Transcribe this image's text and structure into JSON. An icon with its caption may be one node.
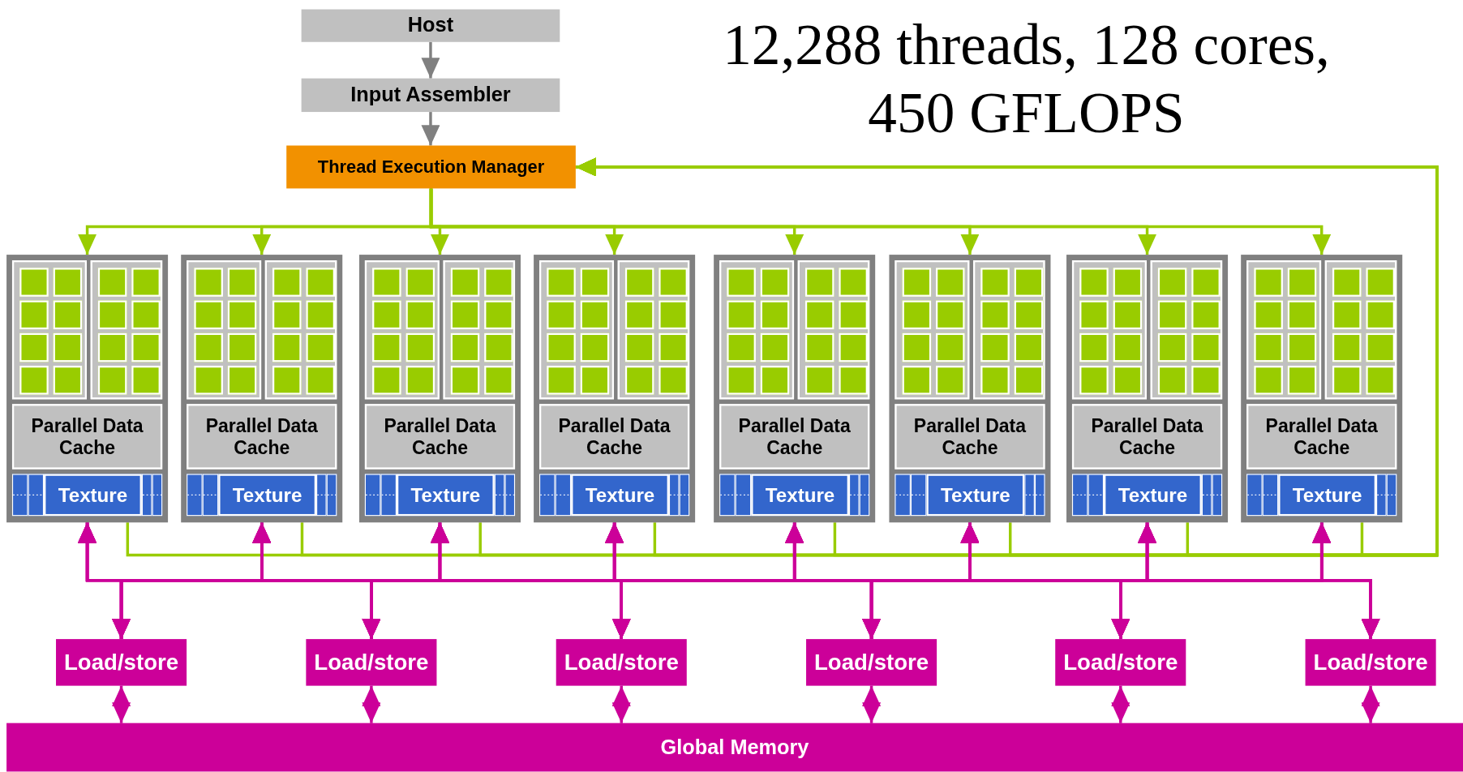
{
  "diagram": {
    "title": "12,288 threads, 128 cores, 450 GFLOPS",
    "nodes": [
      {
        "text": [
          "Host"
        ]
      },
      {
        "text": [
          "Input Assembler"
        ]
      },
      {
        "text": [
          "Thread Execution Manager"
        ]
      },
      {
        "text": [],
        "shape": "box"
      },
      {
        "text": [],
        "shape": "box",
        "in": 3
      },
      {
        "text": [],
        "shape": "box",
        "in": 4
      },
      {
        "text": [],
        "shape": "box",
        "in": 4
      },
      {
        "text": [],
        "shape": "box",
        "in": 4
      },
      {
        "text": [],
        "shape": "box",
        "in": 4
      },
      {
        "text": [],
        "shape": "box",
        "in": 4
      },
      {
        "text": [],
        "shape": "box",
        "in": 4
      },
      {
        "text": [],
        "shape": "box",
        "in": 4
      },
      {
        "text": [],
        "shape": "box",
        "in": 4
      },
      {
        "text": [],
        "shape": "box",
        "in": 3
      },
      {
        "text": [],
        "shape": "box",
        "in": 13
      },
      {
        "text": [],
        "shape": "box",
        "in": 13
      },
      {
        "text": [],
        "shape": "box",
        "in": 13
      },
      {
        "text": [],
        "shape": "box",
        "in": 13
      },
      {
        "text": [],
        "shape": "box",
        "in": 13
      },
      {
        "text": [],
        "shape": "box",
        "in": 13
      },
      {
        "text": [],
        "shape": "box",
        "in": 13
      },
      {
        "text": [],
        "shape": "box",
        "in": 13
      },
      {
        "text": [
          "Parallel Data Cache"
        ],
        "in": 3
      },
      {
        "text": [
          "Texture"
        ],
        "in": 3
      },
      {
        "text": [],
        "shape": "box"
      },
      {
        "text": [],
        "shape": "box",
        "in": 24
      },
      {
        "text": [],
        "shape": "box",
        "in": 25
      },
      {
        "text": [],
        "shape": "box",
        "in": 25
      },
      {
        "text": [],
        "shape": "box",
        "in": 25
      },
      {
        "text": [],
        "shape": "box",
        "in": 25
      },
      {
        "text": [],
        "shape": "box",
        "in": 25
      },
      {
        "text": [],
        "shape": "box",
        "in": 25
      },
      {
        "text": [],
        "shape": "box",
        "in": 25
      },
      {
        "text": [],
        "shape": "box",
        "in": 25
      },
      {
        "text": [],
        "shape": "box",
        "in": 24
      },
      {
        "text": [],
        "shape": "box",
        "in": 34
      },
      {
        "text": [],
        "shape": "box",
        "in": 34
      },
      {
        "text": [],
        "shape": "box",
        "in": 34
      },
      {
        "text": [],
        "shape": "box",
        "in": 34
      },
      {
        "text": [],
        "shape": "box",
        "in": 34
      },
      {
        "text": [],
        "shape": "box",
        "in": 34
      },
      {
        "text": [],
        "shape": "box",
        "in": 34
      },
      {
        "text": [],
        "shape": "box",
        "in": 34
      },
      {
        "text": [
          "Parallel Data Cache"
        ],
        "in": 24
      },
      {
        "text": [
          "Texture"
        ],
        "in": 24
      },
      {
        "text": [],
        "shape": "box"
      },
      {
        "text": [],
        "shape": "box",
        "in": 45
      },
      {
        "text": [],
        "shape": "box",
        "in": 46
      },
      {
        "text": [],
        "shape": "box",
        "in": 46
      },
      {
        "text": [],
        "shape": "box",
        "in": 46
      },
      {
        "text": [],
        "shape": "box",
        "in": 46
      },
      {
        "text": [],
        "shape": "box",
        "in": 46
      },
      {
        "text": [],
        "shape": "box",
        "in": 46
      },
      {
        "text": [],
        "shape": "box",
        "in": 46
      },
      {
        "text": [],
        "shape": "box",
        "in": 46
      },
      {
        "text": [],
        "shape": "box",
        "in": 45
      },
      {
        "text": [],
        "shape": "box",
        "in": 55
      },
      {
        "text": [],
        "shape": "box",
        "in": 55
      },
      {
        "text": [],
        "shape": "box",
        "in": 55
      },
      {
        "text": [],
        "shape": "box",
        "in": 55
      },
      {
        "text": [],
        "shape": "box",
        "in": 55
      },
      {
        "text": [],
        "shape": "box",
        "in": 55
      },
      {
        "text": [],
        "shape": "box",
        "in": 55
      },
      {
        "text": [],
        "shape": "box",
        "in": 55
      },
      {
        "text": [
          "Parallel Data Cache"
        ],
        "in": 45
      },
      {
        "text": [
          "Texture"
        ],
        "in": 45
      },
      {
        "text": [],
        "shape": "box"
      },
      {
        "text": [],
        "shape": "box",
        "in": 66
      },
      {
        "text": [],
        "shape": "box",
        "in": 67
      },
      {
        "text": [],
        "shape": "box",
        "in": 67
      },
      {
        "text": [],
        "shape": "box",
        "in": 67
      },
      {
        "text": [],
        "shape": "box",
        "in": 67
      },
      {
        "text": [],
        "shape": "box",
        "in": 67
      },
      {
        "text": [],
        "shape": "box",
        "in": 67
      },
      {
        "text": [],
        "shape": "box",
        "in": 67
      },
      {
        "text": [],
        "shape": "box",
        "in": 67
      },
      {
        "text": [],
        "shape": "box",
        "in": 66
      },
      {
        "text": [],
        "shape": "box",
        "in": 76
      },
      {
        "text": [],
        "shape": "box",
        "in": 76
      },
      {
        "text": [],
        "shape": "box",
        "in": 76
      },
      {
        "text": [],
        "shape": "box",
        "in": 76
      },
      {
        "text": [],
        "shape": "box",
        "in": 76
      },
      {
        "text": [],
        "shape": "box",
        "in": 76
      },
      {
        "text": [],
        "shape": "box",
        "in": 76
      },
      {
        "text": [],
        "shape": "box",
        "in": 76
      },
      {
        "text": [
          "Parallel Data Cache"
        ],
        "in": 66
      },
      {
        "text": [
          "Texture"
        ],
        "in": 66
      },
      {
        "text": [],
        "shape": "box"
      },
      {
        "text": [],
        "shape": "box",
        "in": 87
      },
      {
        "text": [],
        "shape": "box",
        "in": 88
      },
      {
        "text": [],
        "shape": "box",
        "in": 88
      },
      {
        "text": [],
        "shape": "box",
        "in": 88
      },
      {
        "text": [],
        "shape": "box",
        "in": 88
      },
      {
        "text": [],
        "shape": "box",
        "in": 88
      },
      {
        "text": [],
        "shape": "box",
        "in": 88
      },
      {
        "text": [],
        "shape": "box",
        "in": 88
      },
      {
        "text": [],
        "shape": "box",
        "in": 88
      },
      {
        "text": [],
        "shape": "box",
        "in": 87
      },
      {
        "text": [],
        "shape": "box",
        "in": 97
      },
      {
        "text": [],
        "shape": "box",
        "in": 97
      },
      {
        "text": [],
        "shape": "box",
        "in": 97
      },
      {
        "text": [],
        "shape": "box",
        "in": 97
      },
      {
        "text": [],
        "shape": "box",
        "in": 97
      },
      {
        "text": [],
        "shape": "box",
        "in": 97
      },
      {
        "text": [],
        "shape": "box",
        "in": 97
      },
      {
        "text": [],
        "shape": "box",
        "in": 97
      },
      {
        "text": [
          "Parallel Data Cache"
        ],
        "in": 87
      },
      {
        "text": [
          "Texture"
        ],
        "in": 87
      },
      {
        "text": [],
        "shape": "box"
      },
      {
        "text": [],
        "shape": "box",
        "in": 108
      },
      {
        "text": [],
        "shape": "box",
        "in": 109
      },
      {
        "text": [],
        "shape": "box",
        "in": 109
      },
      {
        "text": [],
        "shape": "box",
        "in": 109
      },
      {
        "text": [],
        "shape": "box",
        "in": 109
      },
      {
        "text": [],
        "shape": "box",
        "in": 109
      },
      {
        "text": [],
        "shape": "box",
        "in": 109
      },
      {
        "text": [],
        "shape": "box",
        "in": 109
      },
      {
        "text": [],
        "shape": "box",
        "in": 109
      },
      {
        "text": [],
        "shape": "box",
        "in": 108
      },
      {
        "text": [],
        "shape": "box",
        "in": 118
      },
      {
        "text": [],
        "shape": "box",
        "in": 118
      },
      {
        "text": [],
        "shape": "box",
        "in": 118
      },
      {
        "text": [],
        "shape": "box",
        "in": 118
      },
      {
        "text": [],
        "shape": "box",
        "in": 118
      },
      {
        "text": [],
        "shape": "box",
        "in": 118
      },
      {
        "text": [],
        "shape": "box",
        "in": 118
      },
      {
        "text": [],
        "shape": "box",
        "in": 118
      },
      {
        "text": [
          "Parallel Data Cache"
        ],
        "in": 108
      },
      {
        "text": [
          "Texture"
        ],
        "in": 108
      },
      {
        "text": [],
        "shape": "box"
      },
      {
        "text": [],
        "shape": "box",
        "in": 129
      },
      {
        "text": [],
        "shape": "box",
        "in": 130
      },
      {
        "text": [],
        "shape": "box",
        "in": 130
      },
      {
        "text": [],
        "shape": "box",
        "in": 130
      },
      {
        "text": [],
        "shape": "box",
        "in": 130
      },
      {
        "text": [],
        "shape": "box",
        "in": 130
      },
      {
        "text": [],
        "shape": "box",
        "in": 130
      },
      {
        "text": [],
        "shape": "box",
        "in": 130
      },
      {
        "text": [],
        "shape": "box",
        "in": 130
      },
      {
        "text": [],
        "shape": "box",
        "in": 129
      },
      {
        "text": [],
        "shape": "box",
        "in": 139
      },
      {
        "text": [],
        "shape": "box",
        "in": 139
      },
      {
        "text": [],
        "shape": "box",
        "in": 139
      },
      {
        "text": [],
        "shape": "box",
        "in": 139
      },
      {
        "text": [],
        "shape": "box",
        "in": 139
      },
      {
        "text": [],
        "shape": "box",
        "in": 139
      },
      {
        "text": [],
        "shape": "box",
        "in": 139
      },
      {
        "text": [],
        "shape": "box",
        "in": 139
      },
      {
        "text": [
          "Parallel Data Cache"
        ],
        "in": 129
      },
      {
        "text": [
          "Texture"
        ],
        "in": 129
      },
      {
        "text": [],
        "shape": "box"
      },
      {
        "text": [],
        "shape": "box",
        "in": 150
      },
      {
        "text": [],
        "shape": "box",
        "in": 151
      },
      {
        "text": [],
        "shape": "box",
        "in": 151
      },
      {
        "text": [],
        "shape": "box",
        "in": 151
      },
      {
        "text": [],
        "shape": "box",
        "in": 151
      },
      {
        "text": [],
        "shape": "box",
        "in": 151
      },
      {
        "text": [],
        "shape": "box",
        "in": 151
      },
      {
        "text": [],
        "shape": "box",
        "in": 151
      },
      {
        "text": [],
        "shape": "box",
        "in": 151
      },
      {
        "text": [],
        "shape": "box",
        "in": 150
      },
      {
        "text": [],
        "shape": "box",
        "in": 160
      },
      {
        "text": [],
        "shape": "box",
        "in": 160
      },
      {
        "text": [],
        "shape": "box",
        "in": 160
      },
      {
        "text": [],
        "shape": "box",
        "in": 160
      },
      {
        "text": [],
        "shape": "box",
        "in": 160
      },
      {
        "text": [],
        "shape": "box",
        "in": 160
      },
      {
        "text": [],
        "shape": "box",
        "in": 160
      },
      {
        "text": [],
        "shape": "box",
        "in": 160
      },
      {
        "text": [
          "Parallel Data Cache"
        ],
        "in": 150
      },
      {
        "text": [
          "Texture"
        ],
        "in": 150
      },
      {
        "text": [
          "Load/store"
        ]
      },
      {
        "text": [
          "Load/store"
        ]
      },
      {
        "text": [
          "Load/store"
        ]
      },
      {
        "text": [
          "Load/store"
        ]
      },
      {
        "text": [
          "Load/store"
        ]
      },
      {
        "text": [
          "Load/store"
        ]
      },
      {
        "text": [
          "Global Memory"
        ]
      }
    ],
    "edges": [
      {
        "from": 0,
        "to": 1,
        "arrow": "to",
        "color": "#808080"
      },
      {
        "from": 1,
        "to": 2,
        "arrow": "to",
        "color": "#808080"
      },
      {
        "from": 2,
        "to": 3,
        "arrow": "to",
        "color": "#99cc00"
      },
      {
        "from": 2,
        "to": 24,
        "arrow": "to",
        "color": "#99cc00"
      },
      {
        "from": 2,
        "to": 45,
        "arrow": "to",
        "color": "#99cc00"
      },
      {
        "from": 2,
        "to": 66,
        "arrow": "to",
        "color": "#99cc00"
      },
      {
        "from": 2,
        "to": 87,
        "arrow": "to",
        "color": "#99cc00"
      },
      {
        "from": 2,
        "to": 108,
        "arrow": "to",
        "color": "#99cc00"
      },
      {
        "from": 2,
        "to": 129,
        "arrow": "to",
        "color": "#99cc00"
      },
      {
        "from": 2,
        "to": 150,
        "arrow": "to",
        "color": "#99cc00"
      },
      {
        "from": 3,
        "to": 2,
        "arrow": "to",
        "color": "#99cc00"
      },
      {
        "from": 24,
        "to": 2,
        "arrow": "to",
        "color": "#99cc00"
      },
      {
        "from": 45,
        "to": 2,
        "arrow": "to",
        "color": "#99cc00"
      },
      {
        "from": 66,
        "to": 2,
        "arrow": "to",
        "color": "#99cc00"
      },
      {
        "from": 87,
        "to": 2,
        "arrow": "to",
        "color": "#99cc00"
      },
      {
        "from": 108,
        "to": 2,
        "arrow": "to",
        "color": "#99cc00"
      },
      {
        "from": 129,
        "to": 2,
        "arrow": "to",
        "color": "#99cc00"
      },
      {
        "from": 150,
        "to": 2,
        "arrow": "to",
        "color": "#99cc00"
      },
      {
        "from": 171,
        "to": 3,
        "arrow": "both"
      },
      {
        "from": 171,
        "to": 24,
        "arrow": "both"
      },
      {
        "from": 171,
        "to": 45,
        "arrow": "both"
      },
      {
        "from": 171,
        "to": 66,
        "arrow": "both"
      },
      {
        "from": 171,
        "to": 87,
        "arrow": "both"
      },
      {
        "from": 171,
        "to": 108,
        "arrow": "both"
      },
      {
        "from": 171,
        "to": 129,
        "arrow": "both"
      },
      {
        "from": 171,
        "to": 150,
        "arrow": "both"
      },
      {
        "from": 172,
        "to": 3,
        "arrow": "both"
      },
      {
        "from": 172,
        "to": 24,
        "arrow": "both"
      },
      {
        "from": 172,
        "to": 45,
        "arrow": "both"
      },
      {
        "from": 172,
        "to": 66,
        "arrow": "both"
      },
      {
        "from": 172,
        "to": 87,
        "arrow": "both"
      },
      {
        "from": 172,
        "to": 108,
        "arrow": "both"
      },
      {
        "from": 172,
        "to": 129,
        "arrow": "both"
      },
      {
        "from": 172,
        "to": 150,
        "arrow": "both"
      },
      {
        "from": 173,
        "to": 3,
        "arrow": "both"
      },
      {
        "from": 173,
        "to": 24,
        "arrow": "both"
      },
      {
        "from": 173,
        "to": 45,
        "arrow": "both"
      },
      {
        "from": 173,
        "to": 66,
        "arrow": "both"
      },
      {
        "from": 173,
        "to": 87,
        "arrow": "both"
      },
      {
        "from": 173,
        "to": 108,
        "arrow": "both"
      },
      {
        "from": 173,
        "to": 129,
        "arrow": "both"
      },
      {
        "from": 173,
        "to": 150,
        "arrow": "both"
      },
      {
        "from": 174,
        "to": 3,
        "arrow": "both"
      },
      {
        "from": 174,
        "to": 24,
        "arrow": "both"
      },
      {
        "from": 174,
        "to": 45,
        "arrow": "both"
      },
      {
        "from": 174,
        "to": 66,
        "arrow": "both"
      },
      {
        "from": 174,
        "to": 87,
        "arrow": "both"
      },
      {
        "from": 174,
        "to": 108,
        "arrow": "both"
      },
      {
        "from": 174,
        "to": 129,
        "arrow": "both"
      },
      {
        "from": 174,
        "to": 150,
        "arrow": "both"
      },
      {
        "from": 175,
        "to": 3,
        "arrow": "both"
      },
      {
        "from": 175,
        "to": 24,
        "arrow": "both"
      },
      {
        "from": 175,
        "to": 45,
        "arrow": "both"
      },
      {
        "from": 175,
        "to": 66,
        "arrow": "both"
      },
      {
        "from": 175,
        "to": 87,
        "arrow": "both"
      },
      {
        "from": 175,
        "to": 108,
        "arrow": "both"
      },
      {
        "from": 175,
        "to": 129,
        "arrow": "both"
      },
      {
        "from": 175,
        "to": 150,
        "arrow": "both"
      },
      {
        "from": 176,
        "to": 3,
        "arrow": "both"
      },
      {
        "from": 176,
        "to": 24,
        "arrow": "both"
      },
      {
        "from": 176,
        "to": 45,
        "arrow": "both"
      },
      {
        "from": 176,
        "to": 66,
        "arrow": "both"
      },
      {
        "from": 176,
        "to": 87,
        "arrow": "both"
      },
      {
        "from": 176,
        "to": 108,
        "arrow": "both"
      },
      {
        "from": 176,
        "to": 129,
        "arrow": "both"
      },
      {
        "from": 176,
        "to": 150,
        "arrow": "both"
      },
      {
        "from": 171,
        "to": 177,
        "arrow": "both"
      },
      {
        "from": 172,
        "to": 177,
        "arrow": "both"
      },
      {
        "from": 173,
        "to": 177,
        "arrow": "both"
      },
      {
        "from": 174,
        "to": 177,
        "arrow": "both"
      },
      {
        "from": 175,
        "to": 177,
        "arrow": "both"
      },
      {
        "from": 176,
        "to": 177,
        "arrow": "both"
      }
    ]
  }
}
